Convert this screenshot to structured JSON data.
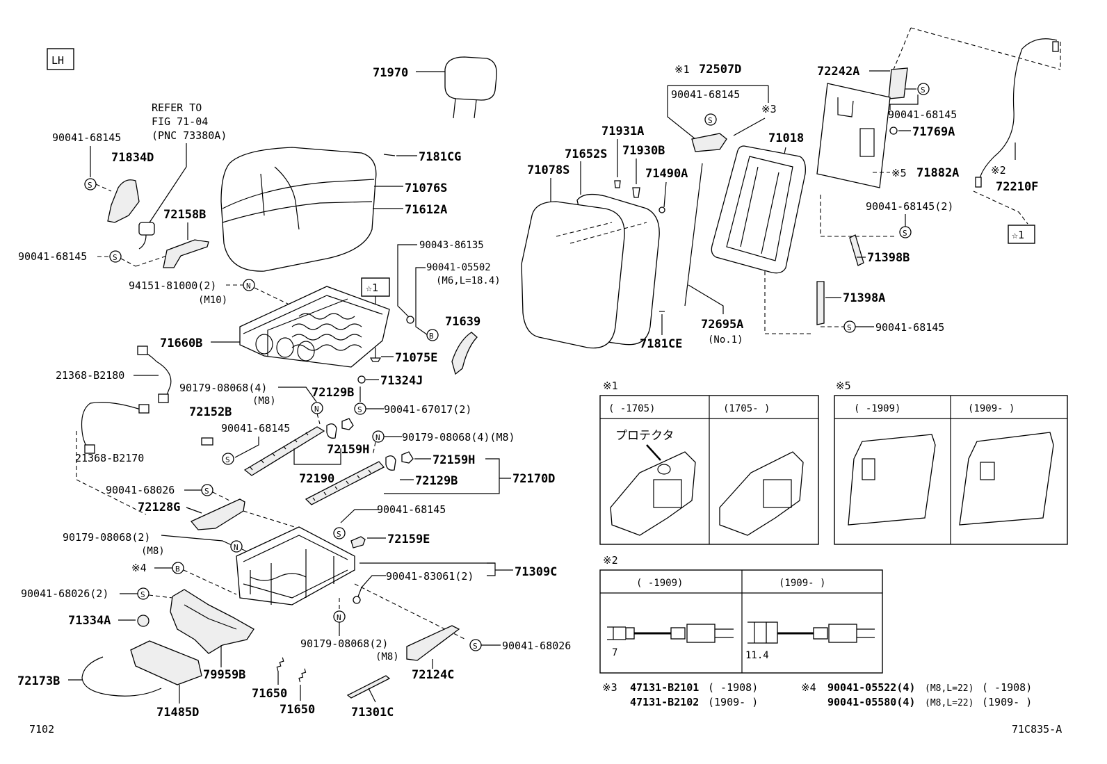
{
  "corner_label": "LH",
  "refer_note": [
    "REFER TO",
    "FIG 71-04",
    "(PNC 73380A)"
  ],
  "footer": {
    "left": "7102",
    "right": "71C835-A"
  },
  "parts": [
    "71970",
    "7181CG",
    "71076S",
    "71612A",
    "90043-86135",
    "90041-05502",
    "(M6,L=18.4)",
    "90041-68145",
    "71834D",
    "72158B",
    "90041-68145",
    "94151-81000(2)",
    "(M10)",
    "71660B",
    "71639",
    "71075E",
    "71324J",
    "90041-67017(2)",
    "21368-B2180",
    "90179-08068(4)",
    "(M8)",
    "72129B",
    "72152B",
    "90041-68145",
    "21368-B2170",
    "72159H",
    "90179-08068(4)(M8)",
    "72159H",
    "72190",
    "72129B",
    "72170D",
    "90041-68026",
    "72128G",
    "90041-68145",
    "72159E",
    "90179-08068(2)",
    "(M8)",
    "71309C",
    "90041-83061(2)",
    "90041-68026(2)",
    "71334A",
    "90179-08068(2)",
    "(M8)",
    "90041-68026",
    "79959B",
    "72124C",
    "72173B",
    "71650",
    "71650",
    "71485D",
    "71301C",
    "72507D",
    "90041-68145",
    "71931A",
    "71652S",
    "71930B",
    "71018",
    "71078S",
    "71490A",
    "72695A",
    "(No.1)",
    "7181CE",
    "72242A",
    "90041-68145",
    "71769A",
    "71882A",
    "72210F",
    "90041-68145(2)",
    "71398B",
    "71398A",
    "90041-68145"
  ],
  "ref_marks": {
    "star1": "☆1",
    "note1": "※1",
    "note2": "※2",
    "note3": "※3",
    "note4": "※4",
    "note5": "※5"
  },
  "inset1": {
    "title": "※1",
    "col1": "(     -1705)",
    "col2": "(1705-      )",
    "annotation": "プロテクタ"
  },
  "inset5": {
    "title": "※5",
    "col1": "(     -1909)",
    "col2": "(1909-      )"
  },
  "inset2": {
    "title": "※2",
    "col1": "(     -1909)",
    "col2": "(1909-      )",
    "dim1": "7",
    "dim2": "11.4"
  },
  "note3": {
    "mark": "※3",
    "line1_part": "47131-B2101",
    "line1_range": "(     -1908)",
    "line2_part": "47131-B2102",
    "line2_range": "(1909-      )"
  },
  "note4": {
    "mark": "※4",
    "line1_part": "90041-05522(4)",
    "line1_spec": "(M8,L=22)",
    "line1_range": "(     -1908)",
    "line2_part": "90041-05580(4)",
    "line2_spec": "(M8,L=22)",
    "line2_range": "(1909-      )"
  }
}
